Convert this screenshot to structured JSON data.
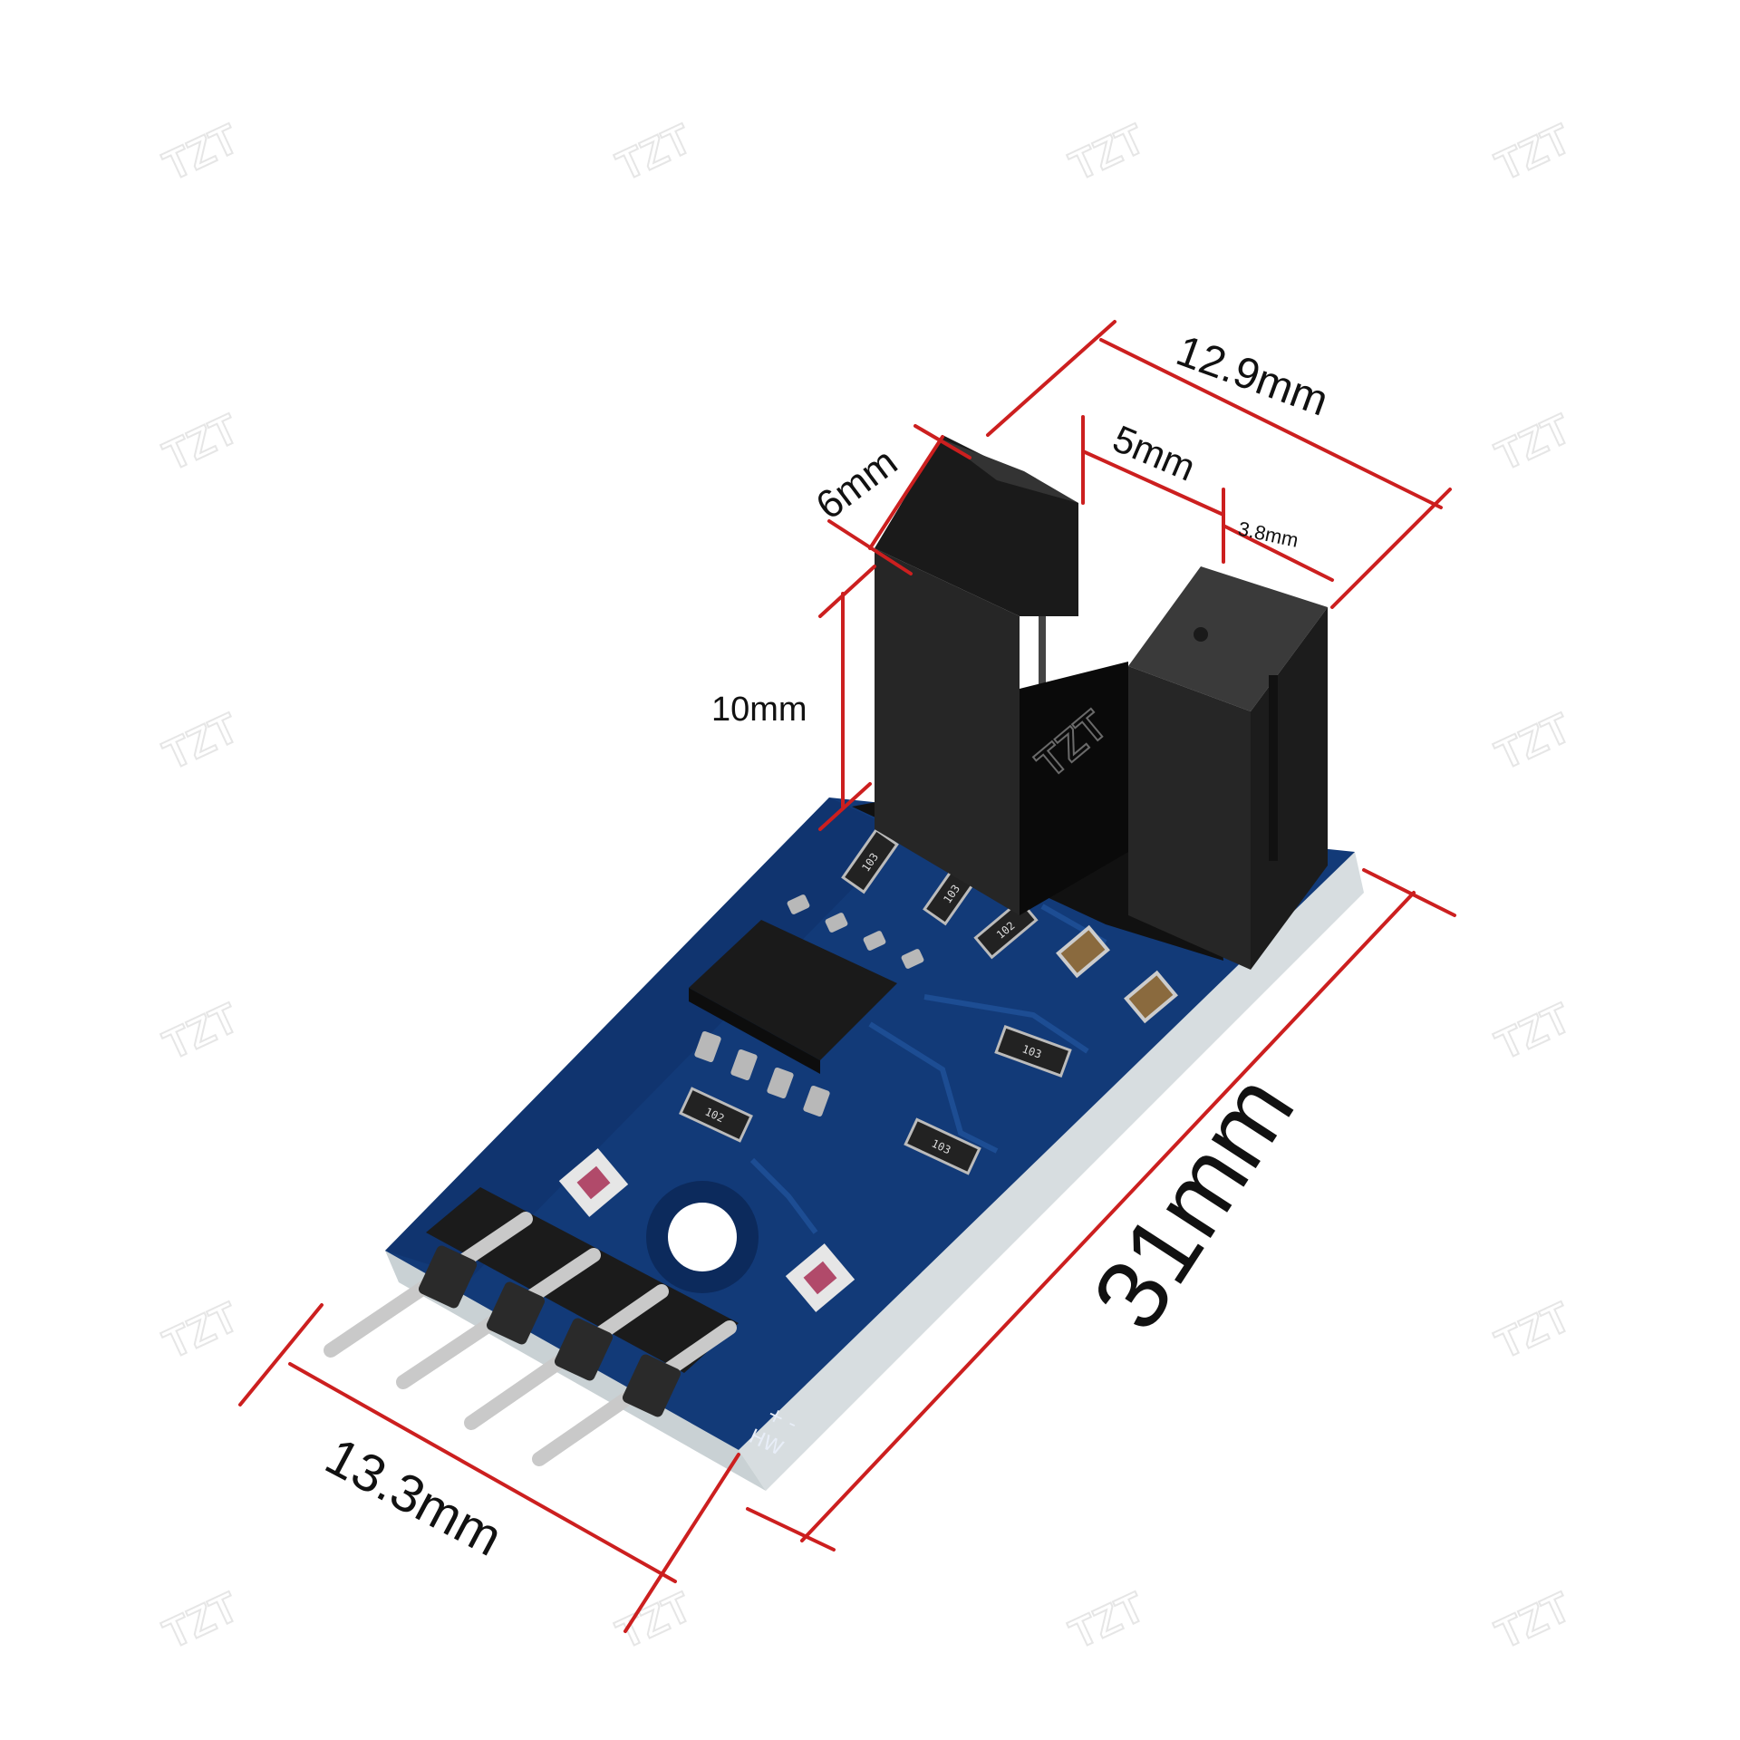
{
  "dimensions": [
    {
      "id": "slot-wall-width",
      "label": "6mm"
    },
    {
      "id": "top-overall-width",
      "label": "12.9mm"
    },
    {
      "id": "slot-gap",
      "label": "5mm"
    },
    {
      "id": "right-wall-width",
      "label": "3.8mm"
    },
    {
      "id": "sensor-height",
      "label": "10mm"
    },
    {
      "id": "board-length",
      "label": "31mm"
    },
    {
      "id": "board-width",
      "label": "13.3mm"
    }
  ],
  "brand_mark": "TZT",
  "silkscreen": {
    "left_pins": "+ -",
    "bottom_mark": "HW",
    "resistors": [
      "103",
      "103",
      "102",
      "103",
      "102",
      "103"
    ]
  },
  "colors": {
    "dimension_line": "#cc1f1f",
    "pcb": "#123a78",
    "sensor_body": "#1e1e1e",
    "pin_metal": "#c9c9c9"
  }
}
